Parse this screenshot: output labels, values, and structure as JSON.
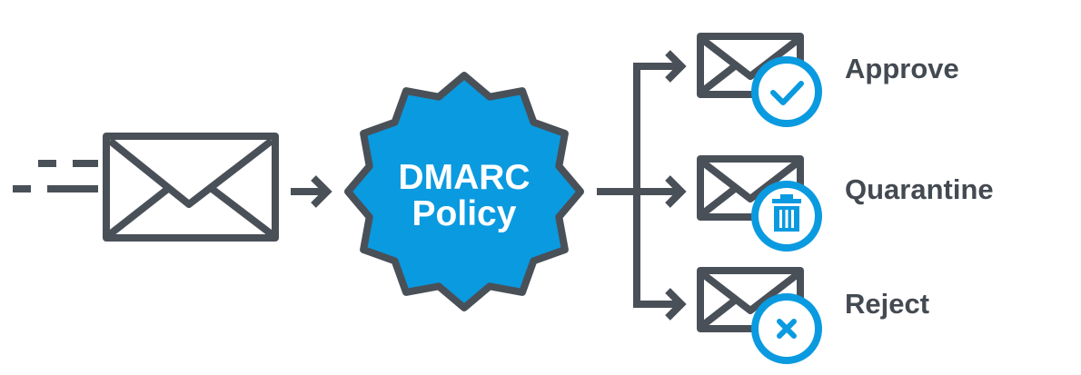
{
  "colors": {
    "stroke": "#4a5058",
    "accent": "#0a9ae0",
    "text": "#444a52",
    "background": "#ffffff"
  },
  "policy": {
    "line1": "DMARC",
    "line2": "Policy"
  },
  "outcomes": [
    {
      "label": "Approve",
      "icon": "check-icon"
    },
    {
      "label": "Quarantine",
      "icon": "trash-icon"
    },
    {
      "label": "Reject",
      "icon": "x-icon"
    }
  ]
}
